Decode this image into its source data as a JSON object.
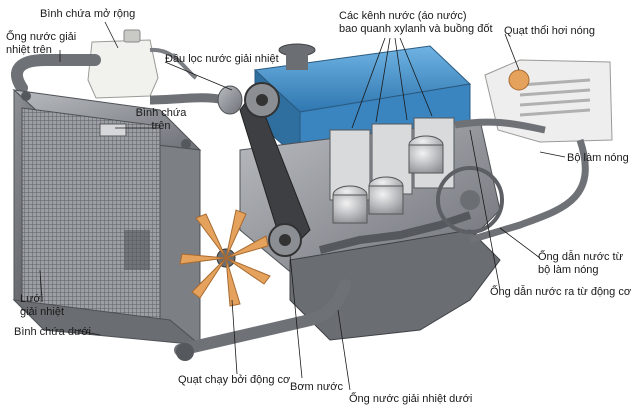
{
  "labels": {
    "binh_chua_mo_rong": "Bình chứa mở rộng",
    "ong_nuoc_giai_nhiet_tren_1": "Ống nước giải",
    "ong_nuoc_giai_nhiet_tren_2": "nhiệt trên",
    "dau_loc": "Đầu lọc nước giải nhiệt",
    "binh_chua_tren_1": "Bình chứa",
    "binh_chua_tren_2": "trên",
    "kenh_nuoc_1": "Các kênh nước (áo nước)",
    "kenh_nuoc_2": "bao quanh xylanh và buồng đốt",
    "quat_thoi": "Quạt thổi hơi nóng",
    "bo_lam_nong": "Bộ làm nóng",
    "ong_dan_tu_1": "Ống dẫn nước từ",
    "ong_dan_tu_2": "bộ làm nóng",
    "ong_dan_ra": "Ống dẫn nước ra từ động cơ",
    "luoi_1": "Lưới",
    "luoi_2": "giải nhiệt",
    "binh_chua_duoi": "Bình chứa dưới",
    "quat_chay": "Quạt chạy bởi động cơ",
    "bom_nuoc": "Bơm nước",
    "ong_nuoc_duoi": "Ống nước giải nhiệt dưới"
  },
  "colors": {
    "engine_blue": "#3f8fc8",
    "metal_gray": "#8a8d92",
    "dark_metal": "#55585d",
    "hose": "#6e7176",
    "leader_line": "#1a1a1a"
  }
}
